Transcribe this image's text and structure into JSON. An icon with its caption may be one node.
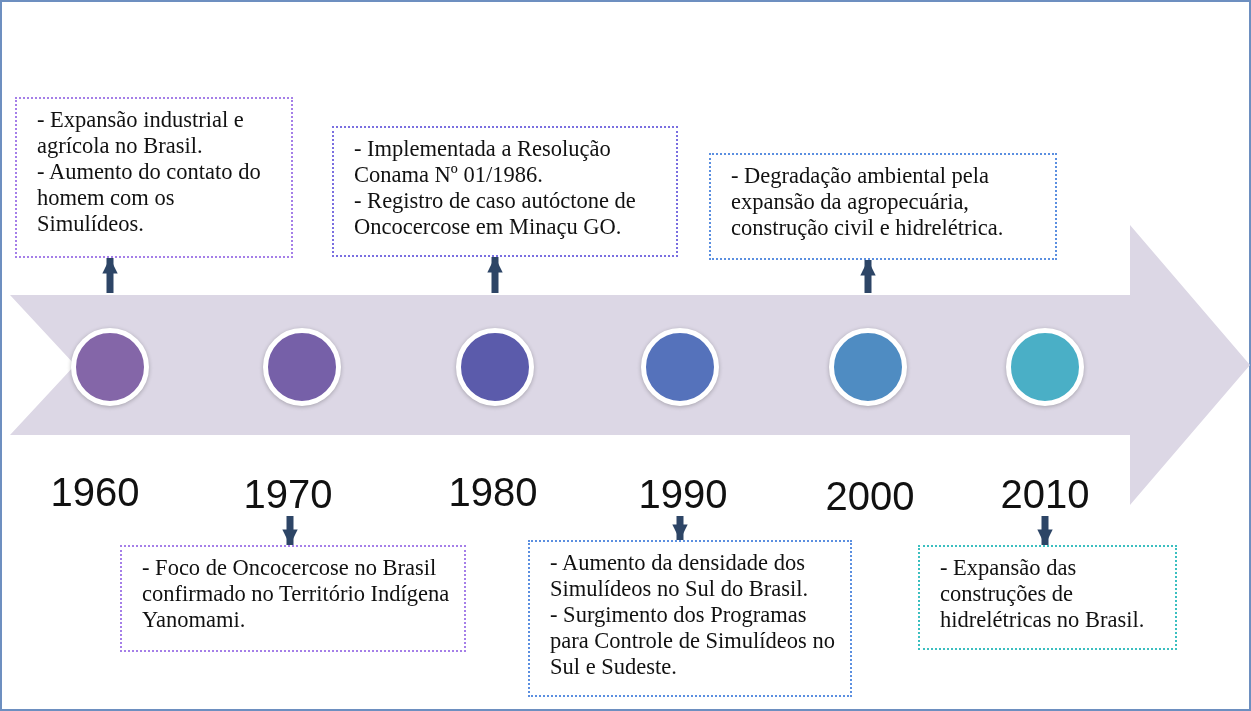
{
  "diagram": {
    "nodes": [
      {
        "text": [
          "- Expansão industrial e agrícola no Brasil.",
          "- Aumento do contato do homem com os Simulídeos."
        ]
      },
      {
        "text": [
          "- Implementada a Resolução Conama Nº 01/1986.",
          "- Registro de caso autóctone de Oncocercose em Minaçu GO."
        ]
      },
      {
        "text": [
          "- Degradação ambiental pela expansão da agropecuária, construção civil e hidrelétrica."
        ]
      },
      {
        "text": [],
        "shape": "arrow"
      },
      {
        "text": [],
        "shape": "circle",
        "in": 3
      },
      {
        "text": [],
        "shape": "circle",
        "in": 3
      },
      {
        "text": [],
        "shape": "circle",
        "in": 3
      },
      {
        "text": [],
        "shape": "circle",
        "in": 3
      },
      {
        "text": [],
        "shape": "circle",
        "in": 3
      },
      {
        "text": [],
        "shape": "circle",
        "in": 3
      },
      {
        "text": [
          "1960"
        ]
      },
      {
        "text": [
          "1970"
        ]
      },
      {
        "text": [
          "1980"
        ]
      },
      {
        "text": [
          "1990"
        ]
      },
      {
        "text": [
          "2000"
        ]
      },
      {
        "text": [
          "2010"
        ]
      },
      {
        "text": [
          "- Foco de Oncocercose no Brasil confirmado no Território Indígena Yanomami."
        ]
      },
      {
        "text": [
          "- Aumento da densidade dos Simulídeos no Sul do Brasil.",
          "- Surgimento dos Programas para Controle de Simulídeos no Sul e Sudeste."
        ]
      },
      {
        "text": [
          "- Expansão das construções de hidrelétricas no Brasil."
        ]
      }
    ],
    "edges": [
      {
        "from": 3,
        "to": 0,
        "arrow": "to"
      },
      {
        "from": 3,
        "to": 1,
        "arrow": "to"
      },
      {
        "from": 3,
        "to": 2,
        "arrow": "to"
      },
      {
        "from": 11,
        "to": 16,
        "arrow": "to"
      },
      {
        "from": 13,
        "to": 17,
        "arrow": "to"
      },
      {
        "from": 15,
        "to": 18,
        "arrow": "to"
      }
    ]
  }
}
